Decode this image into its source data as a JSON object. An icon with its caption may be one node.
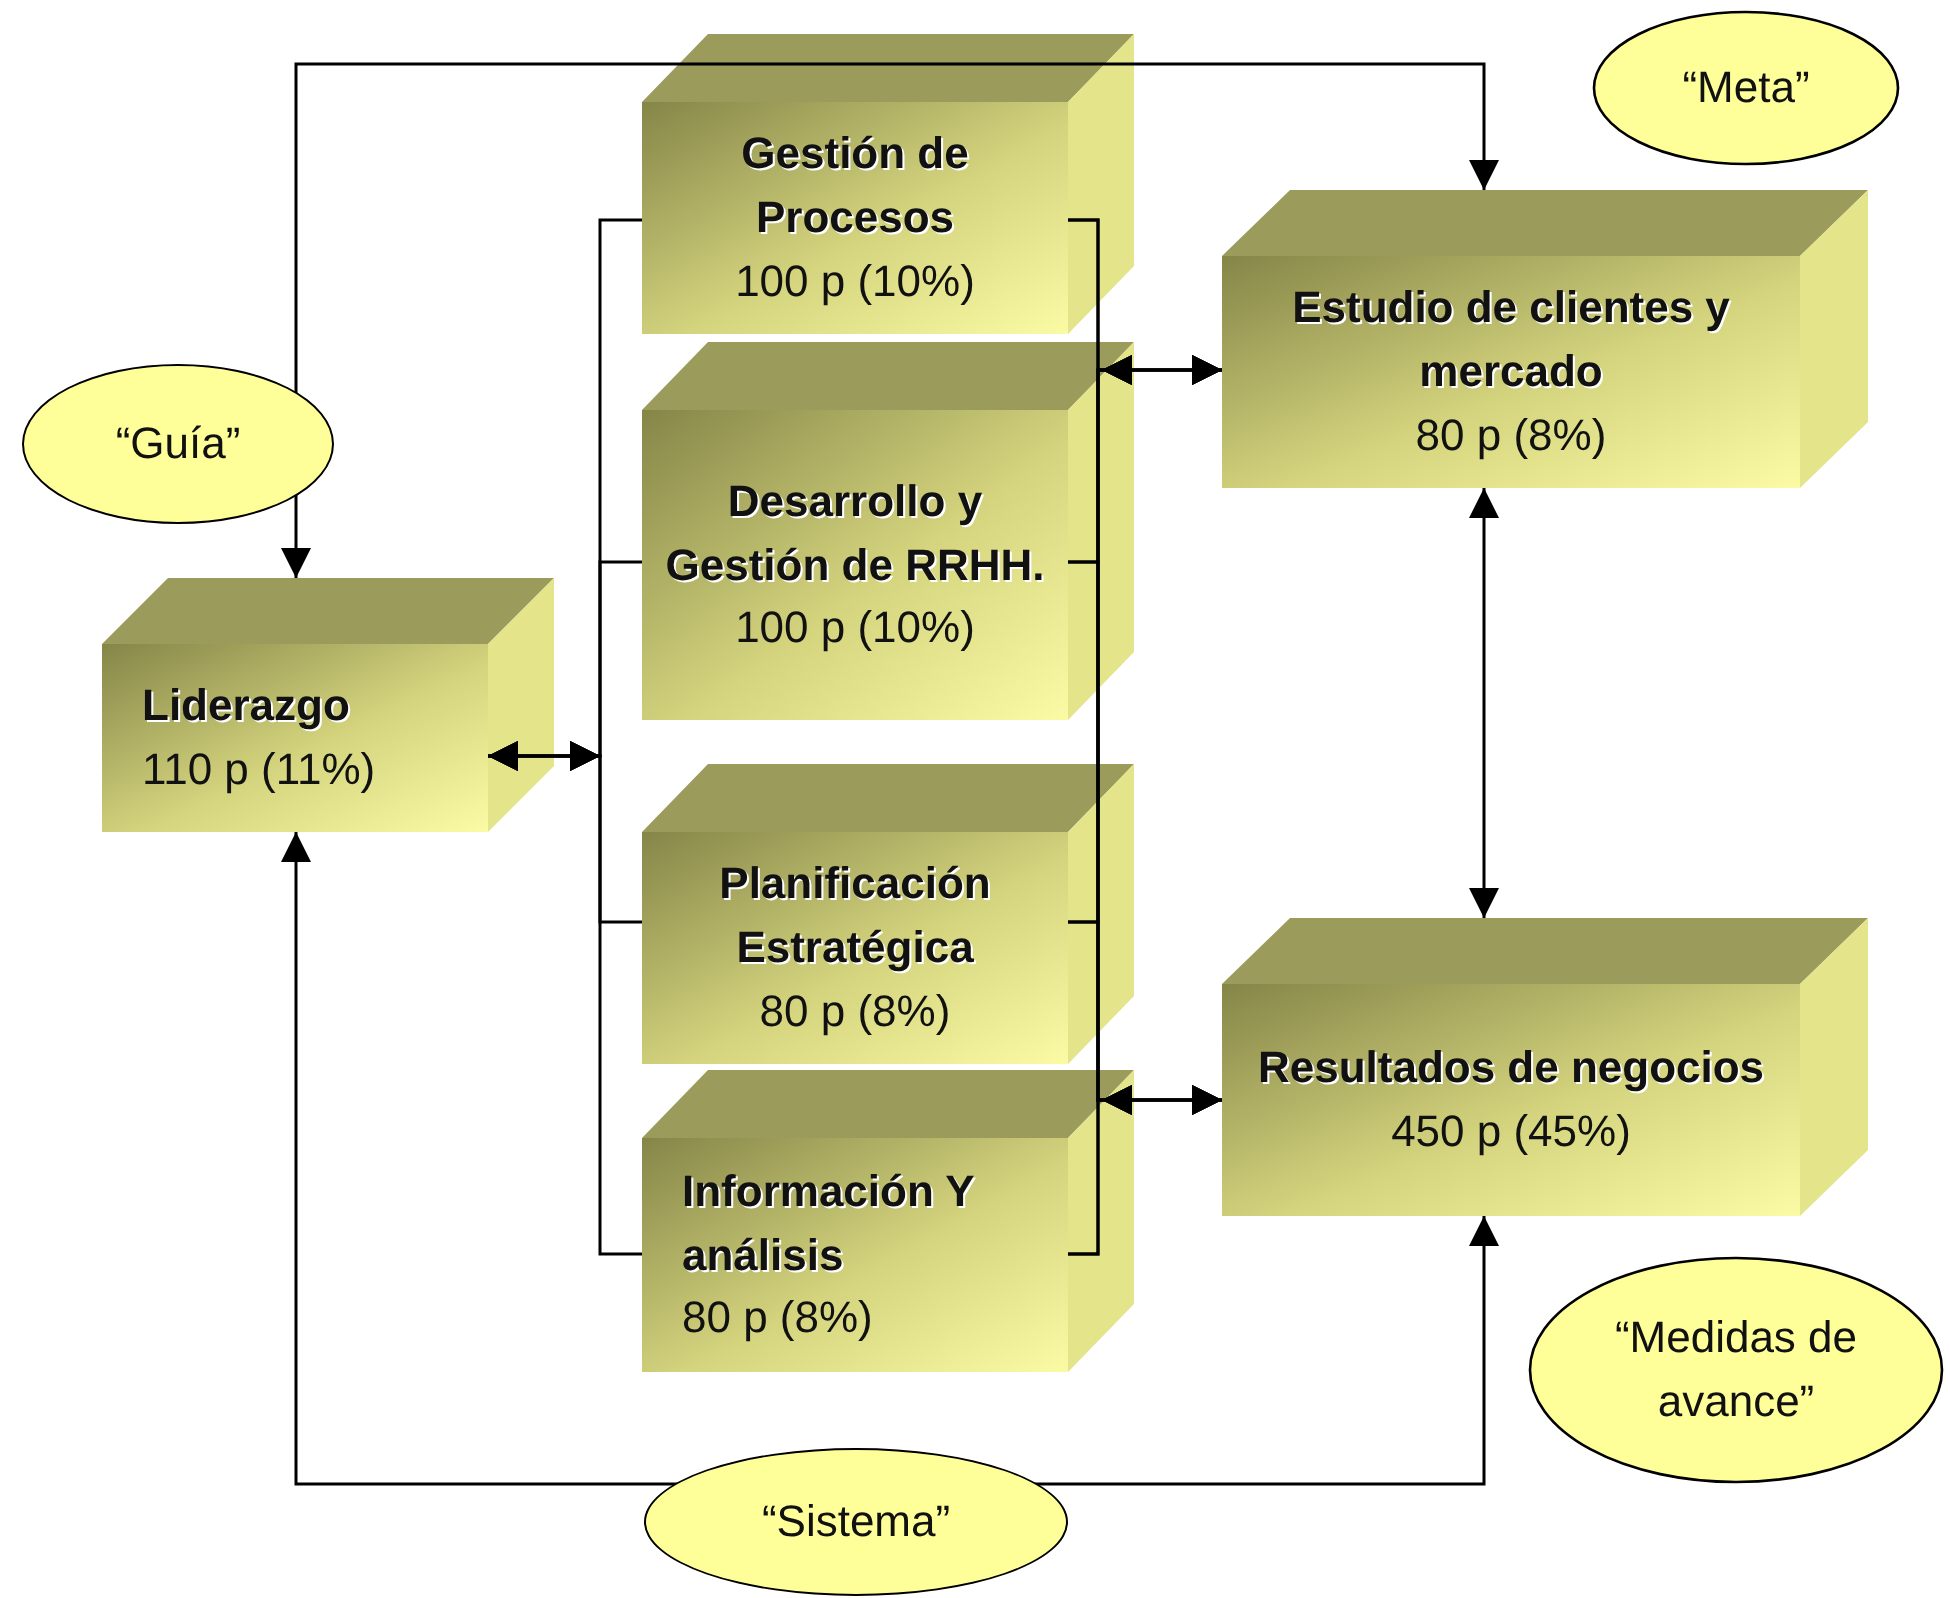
{
  "diagram": {
    "nodes": [
      {
        "text": [
          "“Meta”"
        ]
      },
      {
        "text": [
          "Gestión de Procesos",
          "100 p (10%)"
        ]
      },
      {
        "text": [
          "Estudio de clientes y mercado",
          "80 p (8%)"
        ]
      },
      {
        "text": [
          "Desarrollo y Gestión de RRHH.",
          "100 p (10%)"
        ]
      },
      {
        "text": [
          "Liderazgo",
          "110 p (11%)"
        ]
      },
      {
        "text": [
          "Planificación Estratégica",
          "80 p (8%)"
        ]
      },
      {
        "text": [
          "Resultados de negocios",
          "450 p (45%)"
        ]
      },
      {
        "text": [
          "Información Y análisis",
          "80 p (8%)"
        ]
      },
      {
        "text": [
          "“Medidas de avance”"
        ]
      }
    ],
    "edges": [
      {
        "from": 4,
        "to": 2,
        "arrow": "both",
        "label": "“Guía”"
      },
      {
        "from": 4,
        "to": 6,
        "arrow": "both",
        "label": "“Sistema”"
      },
      {
        "from": 2,
        "to": 6,
        "arrow": "both"
      },
      {
        "from": 4,
        "to": 1,
        "arrow": "both"
      },
      {
        "from": 4,
        "to": 3,
        "arrow": "both"
      },
      {
        "from": 4,
        "to": 5,
        "arrow": "both"
      },
      {
        "from": 4,
        "to": 7,
        "arrow": "both"
      },
      {
        "from": 1,
        "to": 2,
        "arrow": "both"
      },
      {
        "from": 3,
        "to": 2,
        "arrow": "both"
      },
      {
        "from": 5,
        "to": 2,
        "arrow": "both"
      },
      {
        "from": 7,
        "to": 2,
        "arrow": "both"
      },
      {
        "from": 1,
        "to": 6,
        "arrow": "both"
      },
      {
        "from": 3,
        "to": 6,
        "arrow": "both"
      },
      {
        "from": 5,
        "to": 6,
        "arrow": "both"
      },
      {
        "from": 7,
        "to": 6,
        "arrow": "both"
      }
    ]
  }
}
